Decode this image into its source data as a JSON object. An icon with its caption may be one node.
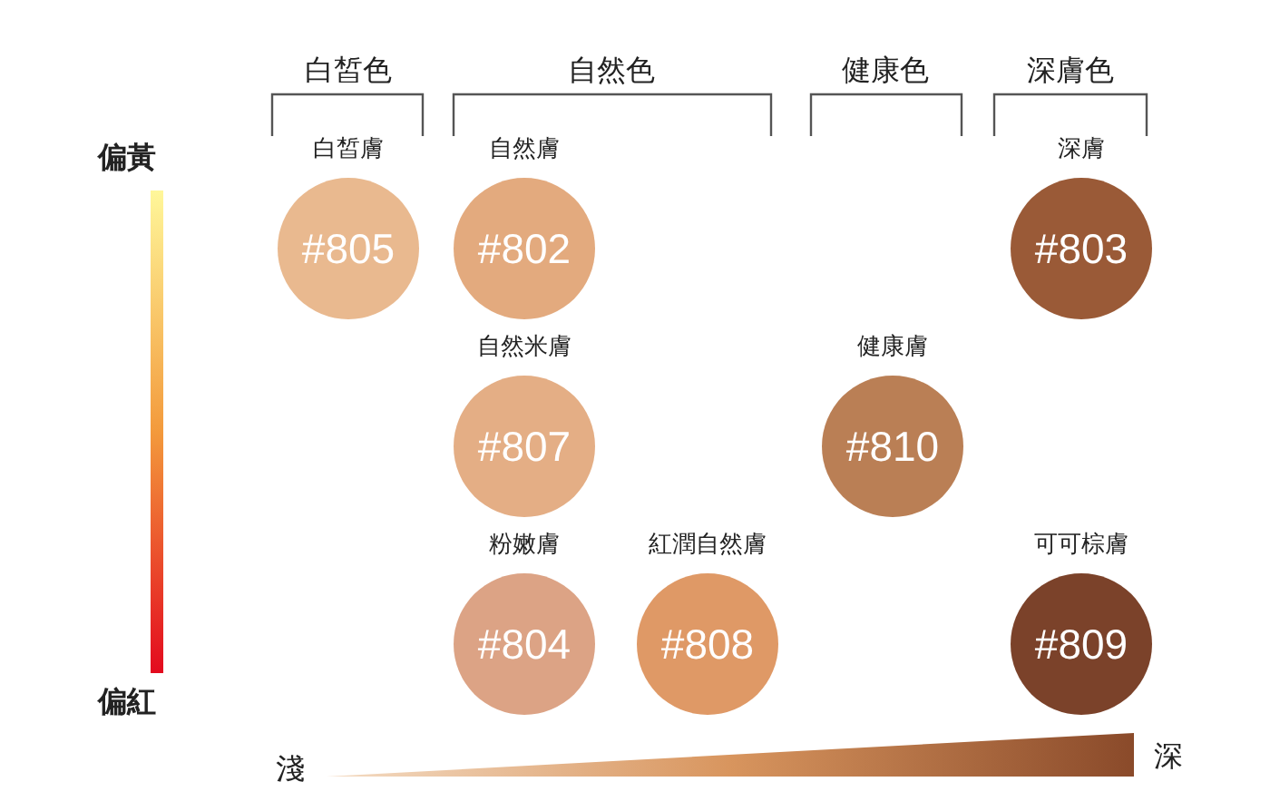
{
  "diagram": {
    "nodes": [
      {
        "text": [
          "白皙膚",
          "#805"
        ]
      },
      {
        "text": [
          "自然膚",
          "#802"
        ]
      },
      {
        "text": [
          "深膚",
          "#803"
        ]
      },
      {
        "text": [
          "自然米膚",
          "#807"
        ]
      },
      {
        "text": [
          "健康膚",
          "#810"
        ]
      },
      {
        "text": [
          "粉嫩膚",
          "#804"
        ]
      },
      {
        "text": [
          "紅潤自然膚",
          "#808"
        ]
      },
      {
        "text": [
          "可可棕膚",
          "#809"
        ]
      }
    ],
    "edges": [],
    "labels": [
      "白皙色",
      "自然色",
      "健康色",
      "深膚色",
      "偏黃",
      "偏紅",
      "淺",
      "深"
    ]
  }
}
